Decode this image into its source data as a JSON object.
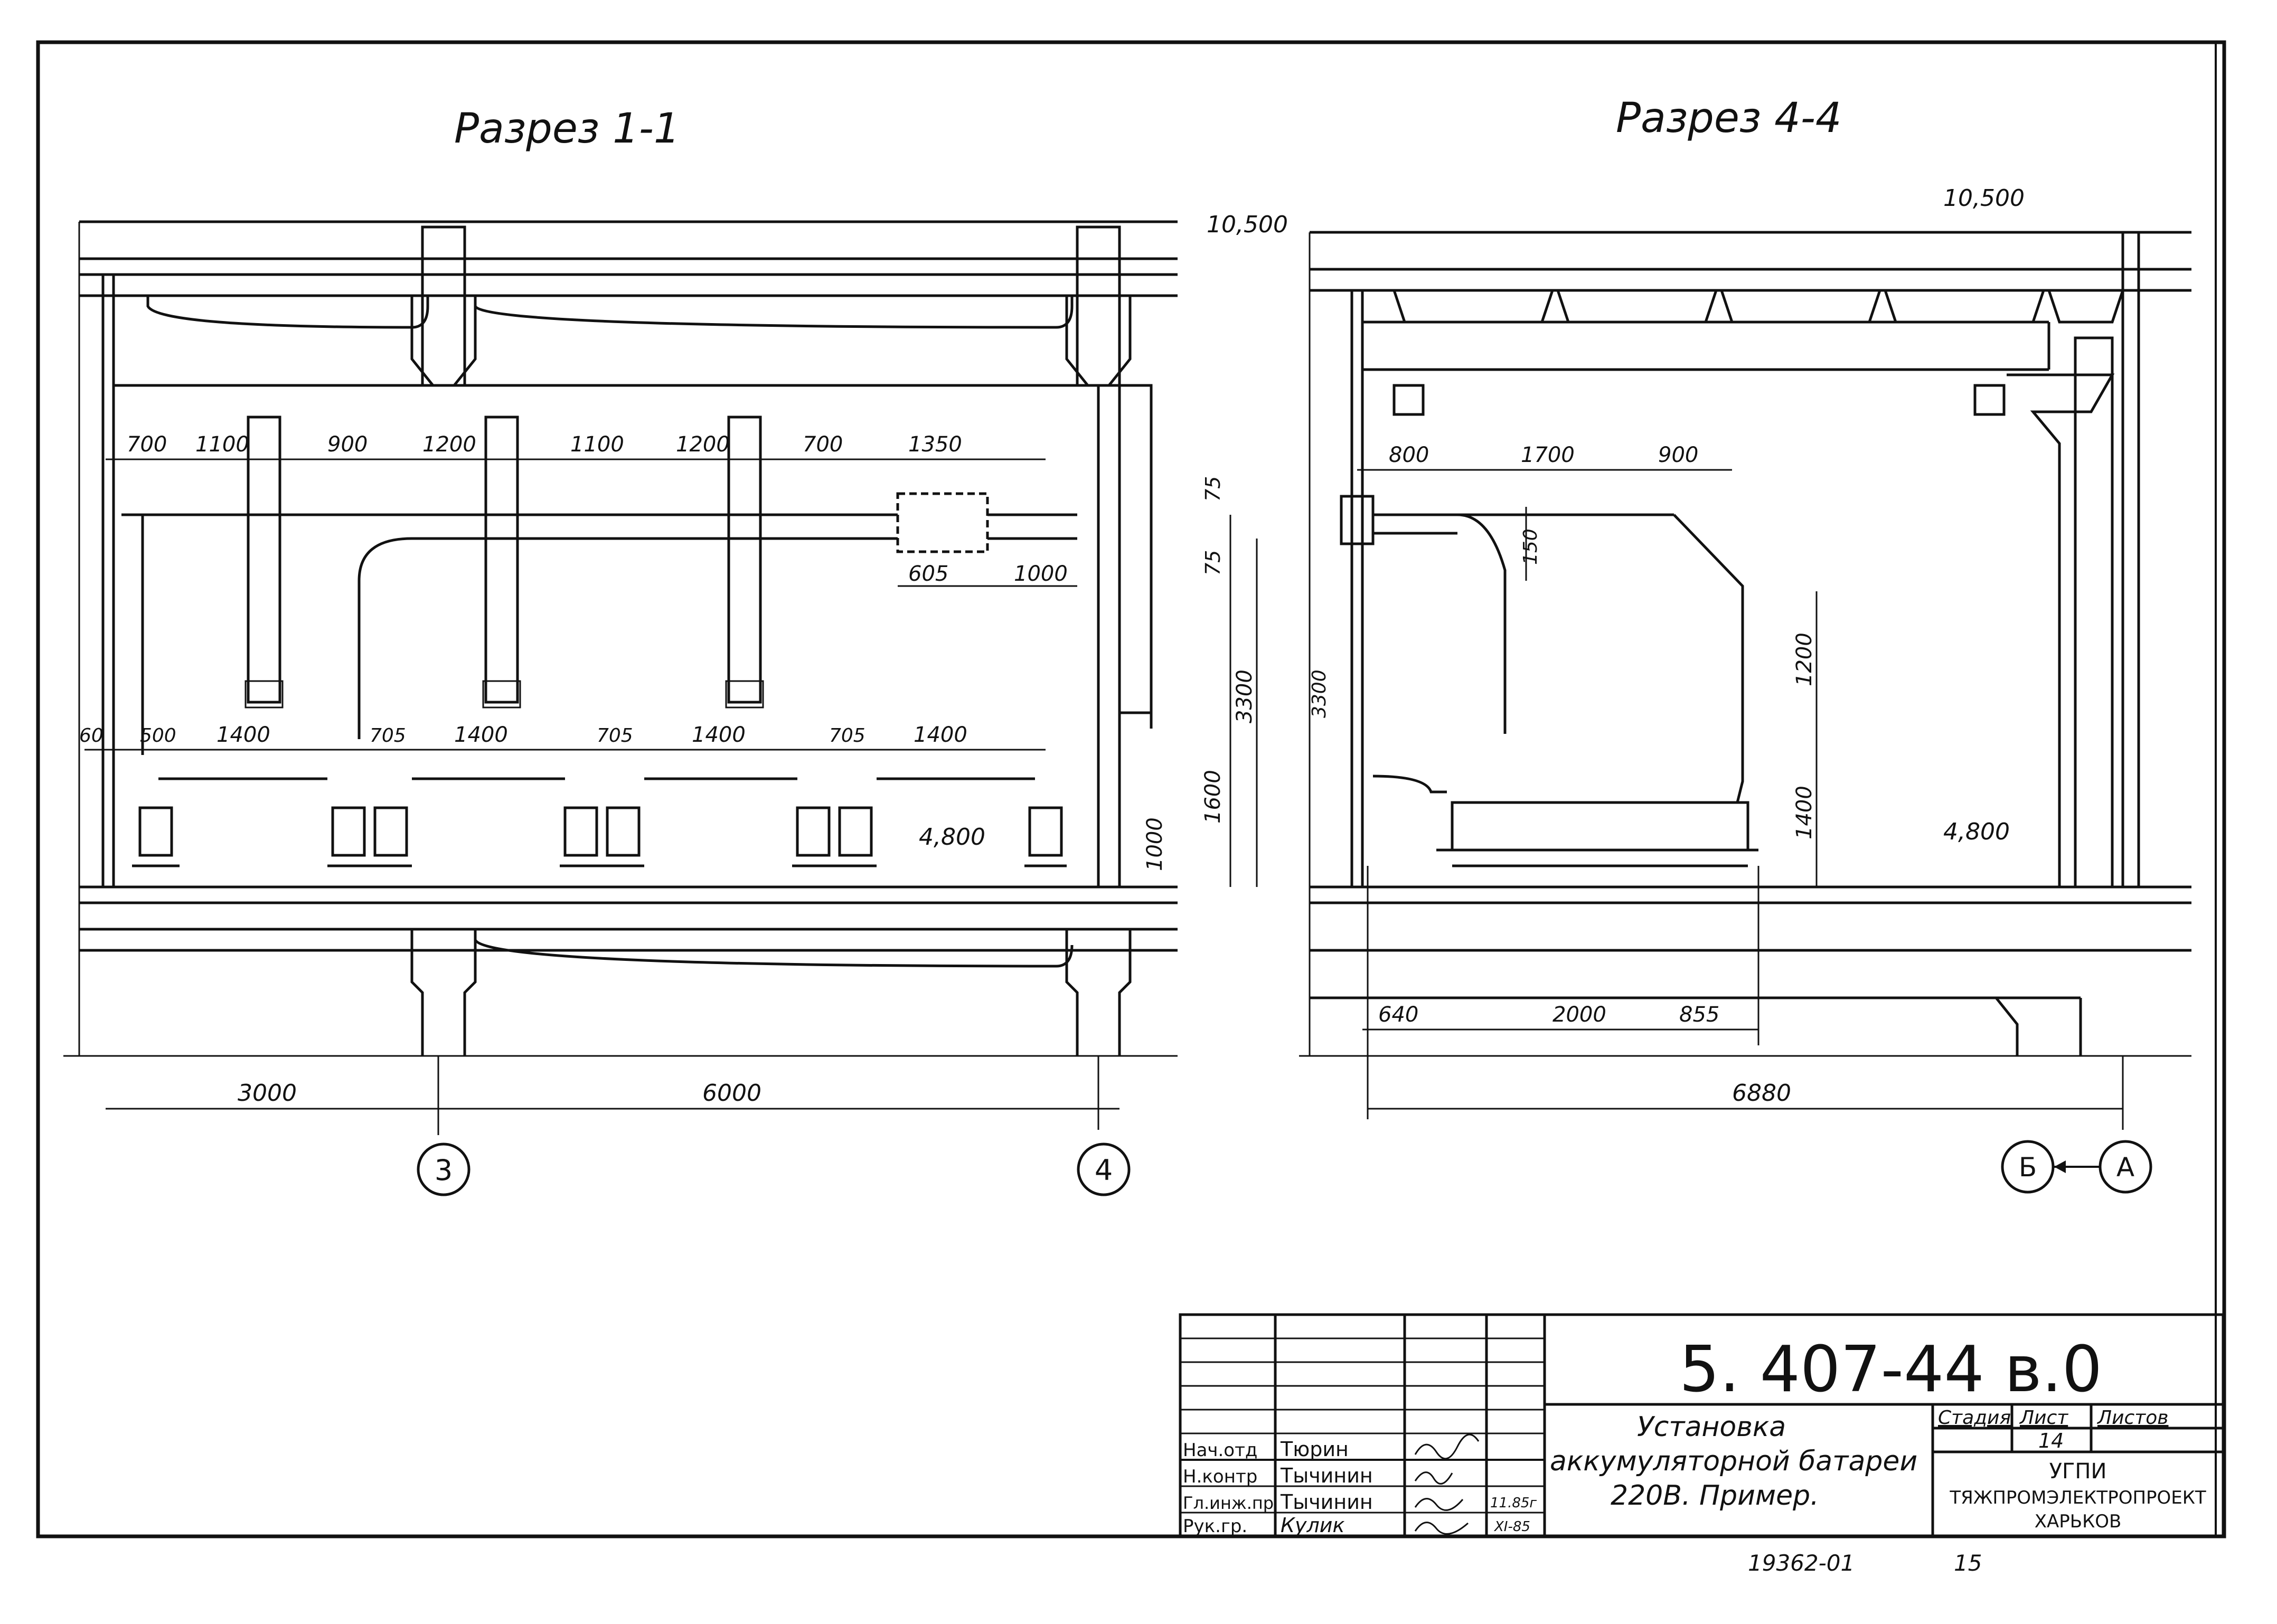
{
  "drawing": {
    "section_a_title": "Разрез 1-1",
    "section_b_title": "Разрез 4-4",
    "elevations": {
      "top_a": "10,500",
      "top_b": "10,500",
      "floor_a": "4,800",
      "floor_b": "4,800"
    },
    "axes": {
      "axis_3": "3",
      "axis_4": "4",
      "axis_b": "Б",
      "axis_a": "А"
    },
    "dims_a_top": [
      "700",
      "1100",
      "900",
      "1200",
      "1100",
      "1200",
      "700",
      "1350"
    ],
    "dims_a_right": [
      "75",
      "75",
      "3300",
      "1600",
      "1000"
    ],
    "dims_a_box": [
      "605",
      "1000"
    ],
    "dims_a_lower": [
      "60",
      "500",
      "1400",
      "705",
      "1400",
      "705",
      "1400",
      "705",
      "1400"
    ],
    "dims_a_bottom": [
      "3000",
      "6000"
    ],
    "dims_b_top": [
      "800",
      "1700",
      "900"
    ],
    "dims_b_vertical": [
      "150",
      "1200",
      "1400",
      "3300"
    ],
    "dims_b_bottom": [
      "640",
      "2000",
      "855",
      "6880"
    ]
  },
  "title_block": {
    "code": "5. 407-44 в.0",
    "name_line1": "Установка",
    "name_line2": "аккумуляторной батареи",
    "name_line3": "220В. Пример.",
    "stage_header": "Стадия",
    "sheet_header": "Лист",
    "sheets_header": "Листов",
    "sheet_number": "14",
    "org_line1": "УГПИ",
    "org_line2": "ТЯЖПРОМЭЛЕКТРОПРОЕКТ",
    "org_line3": "ХАРЬКОВ",
    "roles": [
      "Нач.отд",
      "Н.контр",
      "Гл.инж.пр",
      "Рук.гр."
    ],
    "names": [
      "Тюрин",
      "Тычинин",
      "Тычинин",
      "Кулик"
    ],
    "dates": [
      "11.85г",
      "XI-85"
    ],
    "footer_number": "19362-01",
    "footer_page": "15"
  }
}
